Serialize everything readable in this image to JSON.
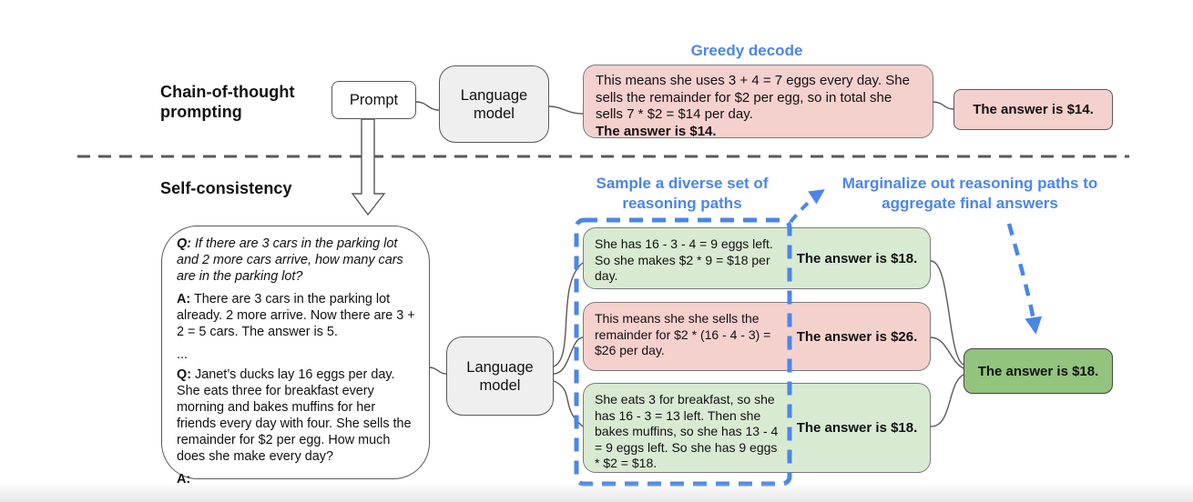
{
  "colors": {
    "accent_blue": "#4a86e8",
    "pink": "#f5d1ce",
    "light_green": "#d9ead3",
    "final_green": "#93c47d",
    "node_gray": "#efefef",
    "line_gray": "#595959"
  },
  "sections": {
    "cot_title": "Chain-of-thought prompting",
    "sc_title": "Self-consistency"
  },
  "labels": {
    "greedy_decode": "Greedy decode",
    "sample_paths": "Sample a diverse set of reasoning paths",
    "marginalize": "Marginalize out reasoning paths to aggregate final answers"
  },
  "nodes": {
    "prompt": "Prompt",
    "language_model_top": "Language model",
    "language_model_bottom": "Language model"
  },
  "greedy_output": {
    "body": "This means she uses 3 + 4 = 7 eggs every day. She sells the remainder for $2 per egg, so in total she sells 7 * $2 = $14 per day.",
    "answer": "The answer is $14."
  },
  "greedy_answer_chip": "The answer is $14.",
  "prompt_bubble": {
    "q1_label": "Q:",
    "q1": "If there are 3 cars in the parking lot and 2 more cars arrive, how many cars are in the parking lot?",
    "a1_label": "A:",
    "a1": "There are 3 cars in the parking lot already. 2 more arrive. Now there are 3 + 2 = 5 cars. The answer is 5.",
    "ellipsis": "...",
    "q2_label": "Q:",
    "q2": "Janet’s ducks lay 16 eggs per day. She eats three for breakfast every morning and bakes muffins for her friends every day with four. She sells the remainder for $2 per egg. How much does she make every day?",
    "a2_label": "A:"
  },
  "paths": [
    {
      "reasoning": "She has 16 - 3 - 4 = 9 eggs left. So she makes $2 * 9 = $18 per day.",
      "answer": "The answer is $18.",
      "color": "green"
    },
    {
      "reasoning": "This means she she sells the remainder for $2 * (16 - 4 - 3) = $26 per day.",
      "answer": "The answer is $26.",
      "color": "pink"
    },
    {
      "reasoning": "She eats 3 for breakfast, so she has 16 - 3 = 13 left. Then she bakes muffins, so she has 13 - 4 = 9 eggs left. So she has 9 eggs * $2 = $18.",
      "answer": "The answer is $18.",
      "color": "green"
    }
  ],
  "final_answer": "The answer is $18."
}
